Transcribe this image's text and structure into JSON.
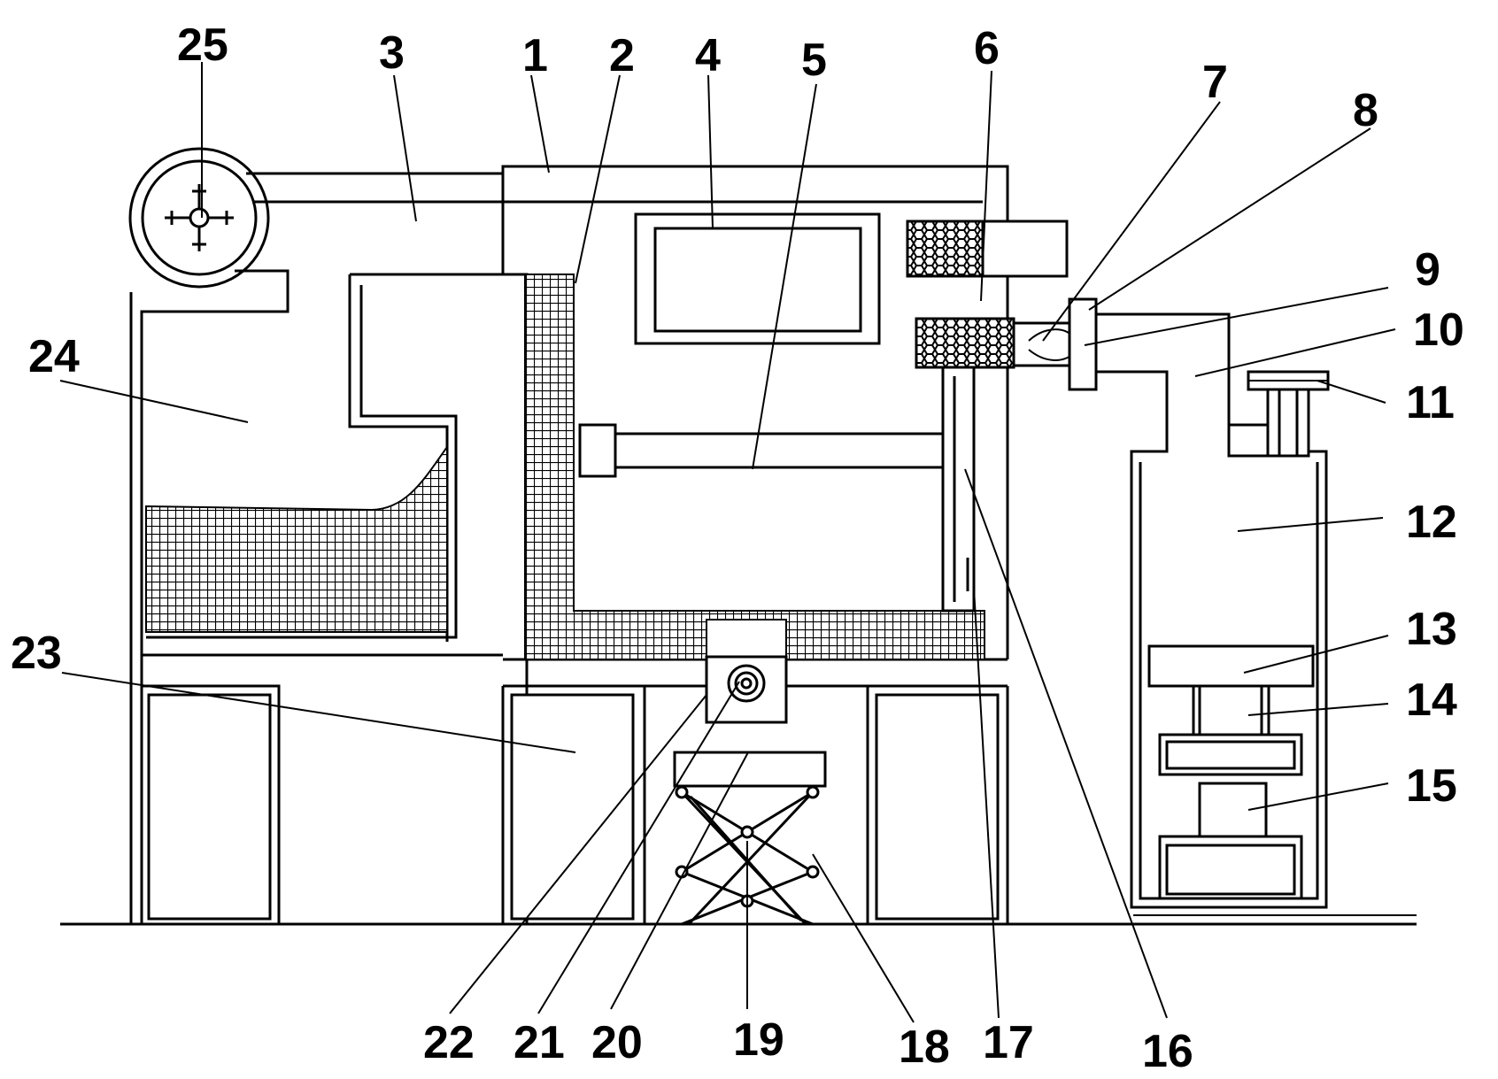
{
  "diagram": {
    "part_labels": [
      "1",
      "2",
      "3",
      "4",
      "5",
      "6",
      "7",
      "8",
      "9",
      "10",
      "11",
      "12",
      "13",
      "14",
      "15",
      "16",
      "17",
      "18",
      "19",
      "20",
      "21",
      "22",
      "23",
      "24",
      "25"
    ]
  }
}
